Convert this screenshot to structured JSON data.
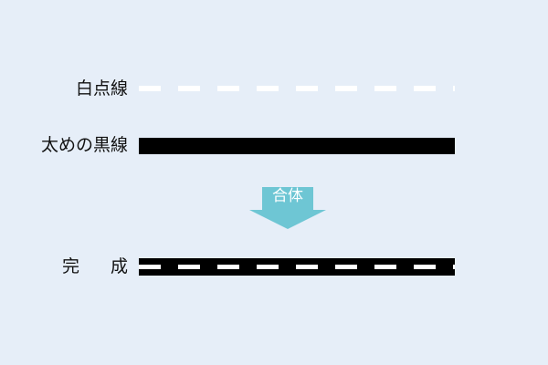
{
  "rows": {
    "white_dotted_label": "白点線",
    "thick_black_label": "太めの黒線",
    "result_label": "完 成"
  },
  "arrow": {
    "label": "合体",
    "color": "#6ec6d4"
  },
  "colors": {
    "background": "#e6eef8",
    "line_black": "#000000",
    "dash_white": "#ffffff"
  }
}
